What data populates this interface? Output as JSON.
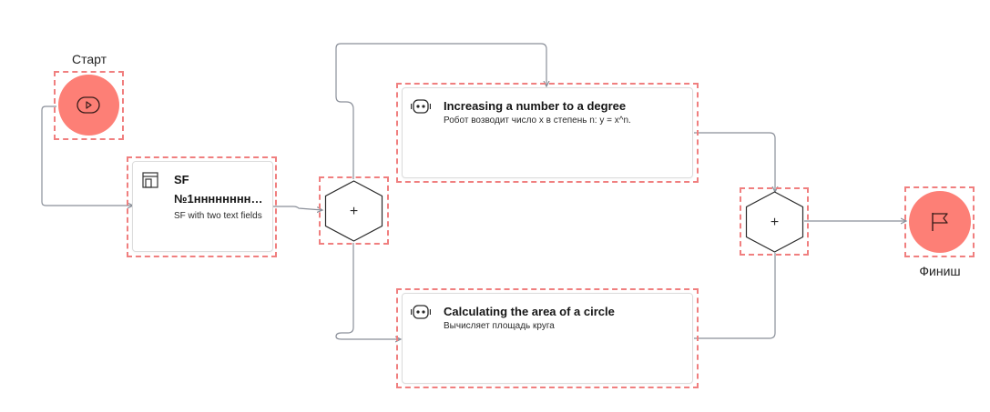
{
  "start": {
    "label": "Старт",
    "icon": "play-icon"
  },
  "finish": {
    "label": "Финиш",
    "icon": "flag-icon"
  },
  "colors": {
    "terminal": "#fd7f76",
    "selection": "#f07f7f",
    "edge": "#8a8f99"
  },
  "sf_task": {
    "title": "SF",
    "subtitle": "№1нннннннн…",
    "description": "SF with two text fields",
    "icon": "form-icon"
  },
  "gateway_split": {
    "symbol": "+",
    "icon": "parallel-gateway-icon"
  },
  "gateway_join": {
    "symbol": "+",
    "icon": "parallel-gateway-icon"
  },
  "robot_task_1": {
    "title": "Increasing a number to a degree",
    "description": "Робот возводит число x в степень n: y = x^n.",
    "icon": "robot-icon"
  },
  "robot_task_2": {
    "title": "Calculating the area of a circle",
    "description": "Вычисляет площадь круга",
    "icon": "robot-icon"
  }
}
